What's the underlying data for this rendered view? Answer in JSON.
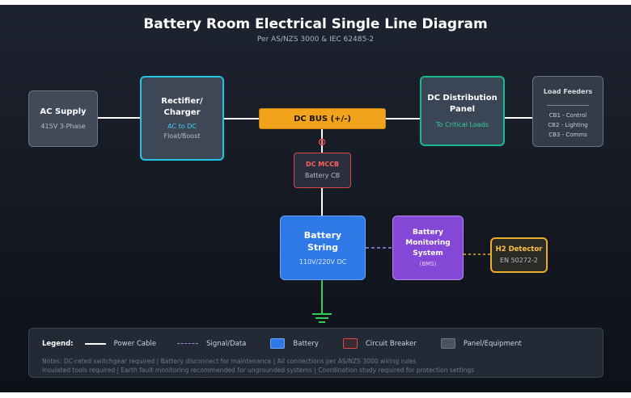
{
  "header": {
    "title": "Battery Room Electrical Single Line Diagram",
    "subtitle": "Per AS/NZS 3000 & IEC 62485-2"
  },
  "nodes": {
    "ac_supply": {
      "title": "AC Supply",
      "detail": "415V 3-Phase"
    },
    "rectifier": {
      "title_line1": "Rectifier/",
      "title_line2": "Charger",
      "detail1": "AC to DC",
      "detail2": "Float/Boost"
    },
    "dc_bus": {
      "label": "DC BUS (+/-)"
    },
    "dc_distribution": {
      "title_line1": "DC Distribution",
      "title_line2": "Panel",
      "detail": "To Critical Loads"
    },
    "load_feeders": {
      "title": "Load Feeders",
      "items": [
        "CB1 - Control",
        "CB2 - Lighting",
        "CB3 - Comms"
      ]
    },
    "dc_mccb": {
      "title": "DC MCCB",
      "detail": "Battery CB"
    },
    "battery": {
      "title_line1": "Battery",
      "title_line2": "String",
      "detail": "110V/220V DC"
    },
    "bms": {
      "title_line1": "Battery",
      "title_line2": "Monitoring",
      "title_line3": "System",
      "detail": "(BMS)"
    },
    "h2_detector": {
      "title": "H2 Detector",
      "detail": "EN 50272-2"
    }
  },
  "legend": {
    "title": "Legend:",
    "items": [
      "Power Cable",
      "Signal/Data",
      "Battery",
      "Circuit Breaker",
      "Panel/Equipment"
    ],
    "notes": [
      "Notes: DC-rated switchgear required | Battery disconnect for maintenance | All connections per AS/NZS 3000 wiring rules",
      "Insulated tools required | Earth fault monitoring recommended for ungrounded systems | Coordination study required for protection settings"
    ]
  },
  "colors": {
    "power_cable": "#ffffff",
    "signal": "#9b86e8",
    "h2_link": "#e9ad2b",
    "ground": "#2fce55",
    "breaker": "#d94a4a",
    "battery": "#2f79e6",
    "bms": "#8447d6",
    "dc_bus": "#f0a31b",
    "rectifier_border": "#22c4e6",
    "distribution_border": "#18b98f"
  },
  "icons": [
    "breaker-symbol-icon",
    "ground-icon"
  ]
}
